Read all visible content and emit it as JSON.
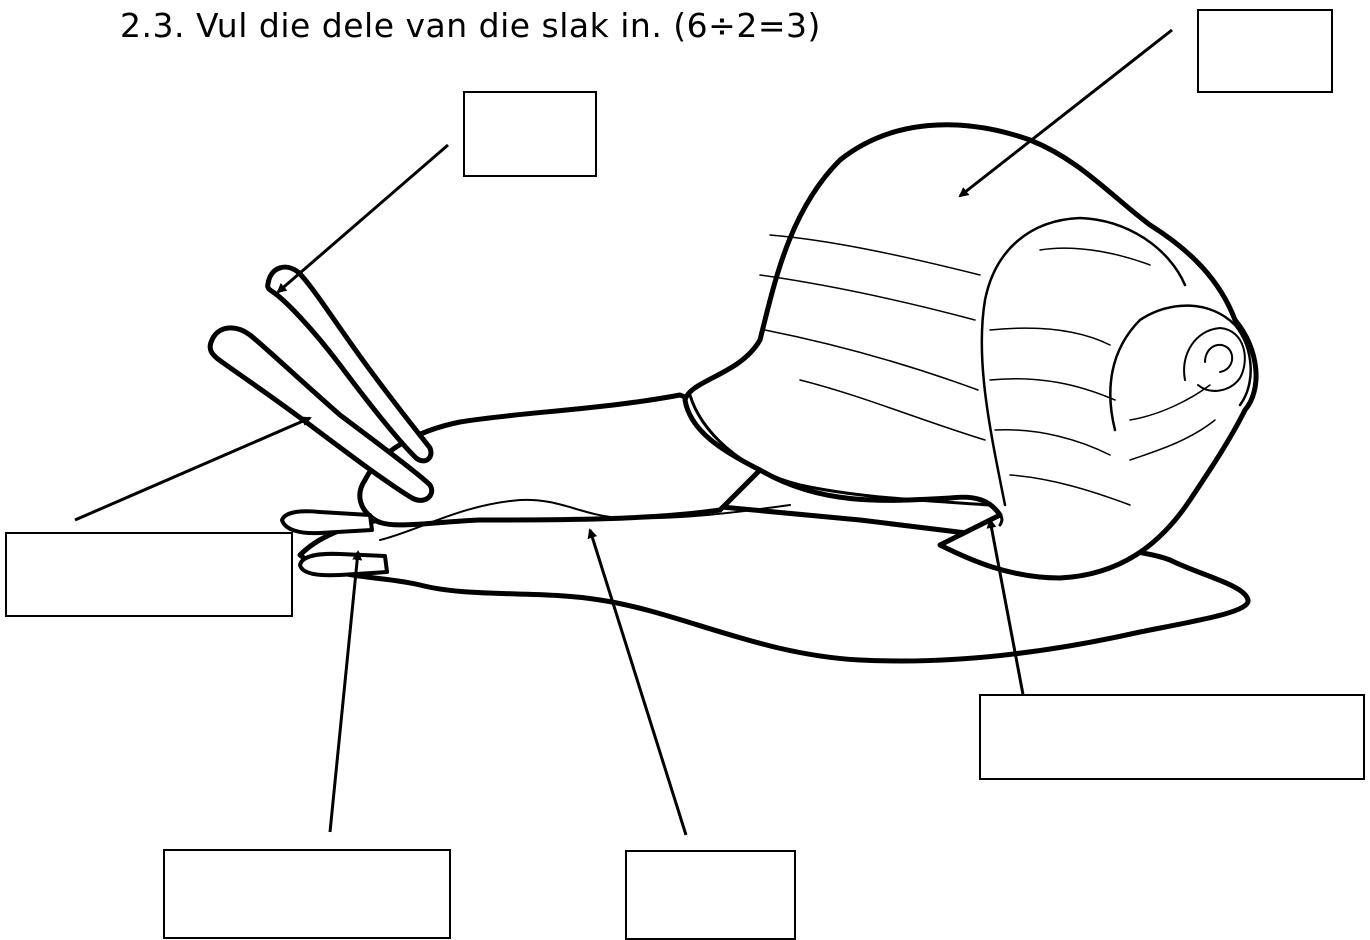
{
  "worksheet": {
    "question": "2.3. Vul die dele van die slak in. (6÷2=3)",
    "answer_boxes": [
      {
        "id": "shell",
        "value": ""
      },
      {
        "id": "eye-tentacle",
        "value": ""
      },
      {
        "id": "long-tentacle",
        "value": ""
      },
      {
        "id": "short-tentacle",
        "value": ""
      },
      {
        "id": "body",
        "value": ""
      },
      {
        "id": "mantle",
        "value": ""
      }
    ]
  }
}
